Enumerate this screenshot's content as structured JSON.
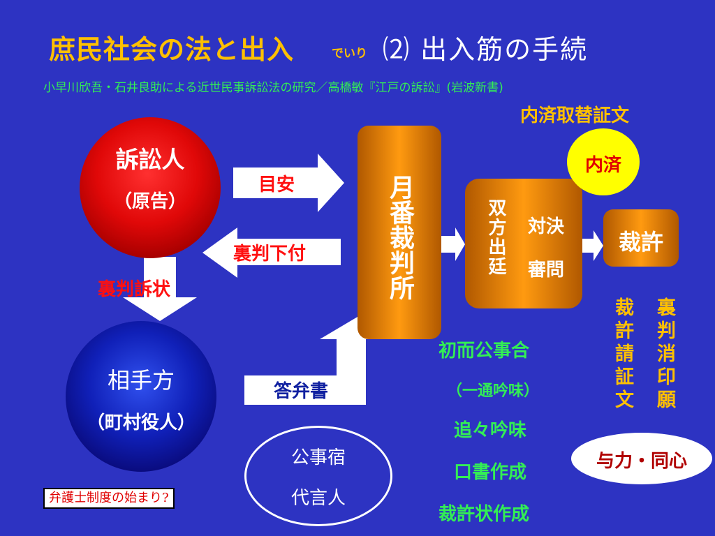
{
  "header": {
    "title": "庶民社会の法と出入",
    "title_small": "でいり",
    "title_right": "⑵ 出入筋の手続",
    "subtitle": "小早川欣吾・石井良助による近世民事訴訟法の研究／高橋敏『江戸の訴訟』(岩波新書)"
  },
  "heading_top": "内済取替証文",
  "nodes": {
    "plaintiff": {
      "line1": "訴訟人",
      "line2": "（原告）"
    },
    "defendant": {
      "line1": "相手方",
      "line2": "（町村役人）"
    },
    "court": "月番裁判所",
    "hearing": {
      "vertical": "双方出廷",
      "line1": "対決",
      "line2": "審問"
    },
    "judgment": "裁許",
    "naisai": "内済",
    "yoriki": "与力・同心",
    "kujiyado": {
      "line1": "公事宿",
      "line2": "代言人"
    },
    "lawyer_note": "弁護士制度の始まり?"
  },
  "arrow_labels": {
    "meyasu": "目安",
    "urahan_shitatsuke": "裏判下付",
    "urahan_sojo": "裏判訴状",
    "toben": "答弁書"
  },
  "sequence": [
    "初而公事合",
    "（一通吟味）",
    "追々吟味",
    "口書作成",
    "裁許状作成"
  ],
  "vertical_labels": {
    "saikyo_shomon": "裁許請証文",
    "urahan_shoin": "裏判消印願"
  },
  "colors": {
    "background": "#2d33c2",
    "gold": "#ffc000",
    "green": "#33ee55",
    "red": "#ff1010",
    "arrow": "#ffffff"
  }
}
